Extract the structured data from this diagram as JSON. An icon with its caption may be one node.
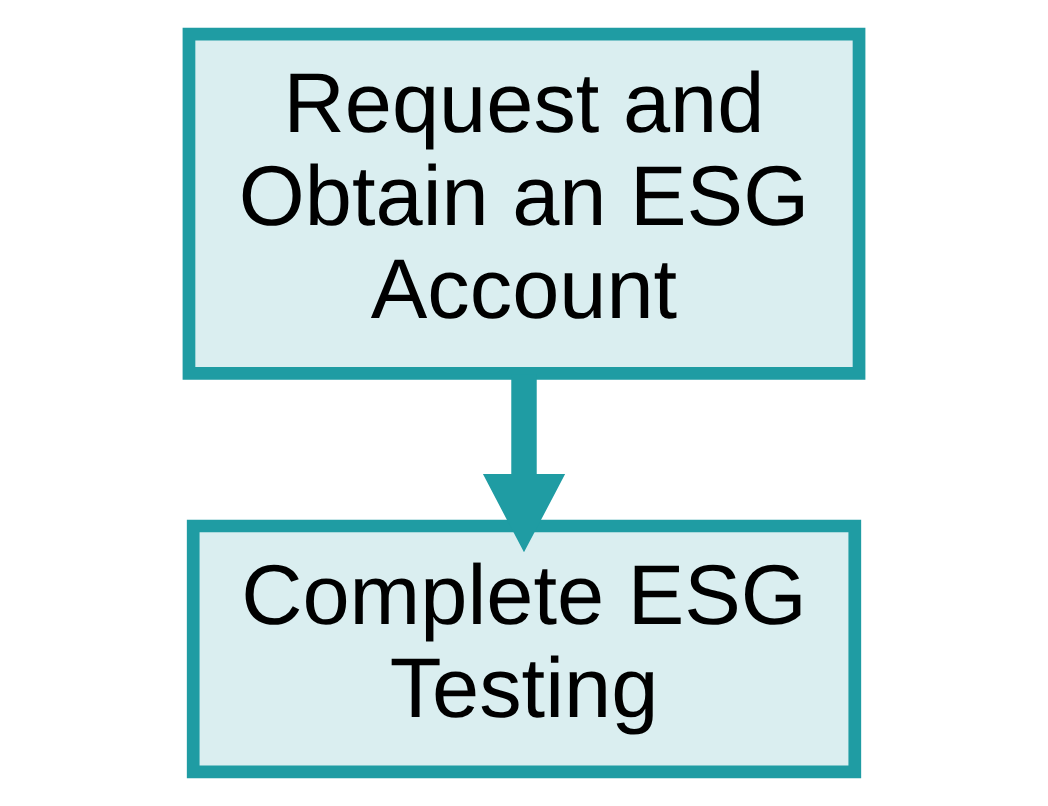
{
  "diagram": {
    "nodes": [
      {
        "text": [
          "Request and Obtain an ESG Account"
        ]
      },
      {
        "text": [
          "Complete ESG Testing"
        ]
      }
    ],
    "edges": [
      {
        "from": 0,
        "to": 1,
        "arrow": "to"
      }
    ]
  }
}
